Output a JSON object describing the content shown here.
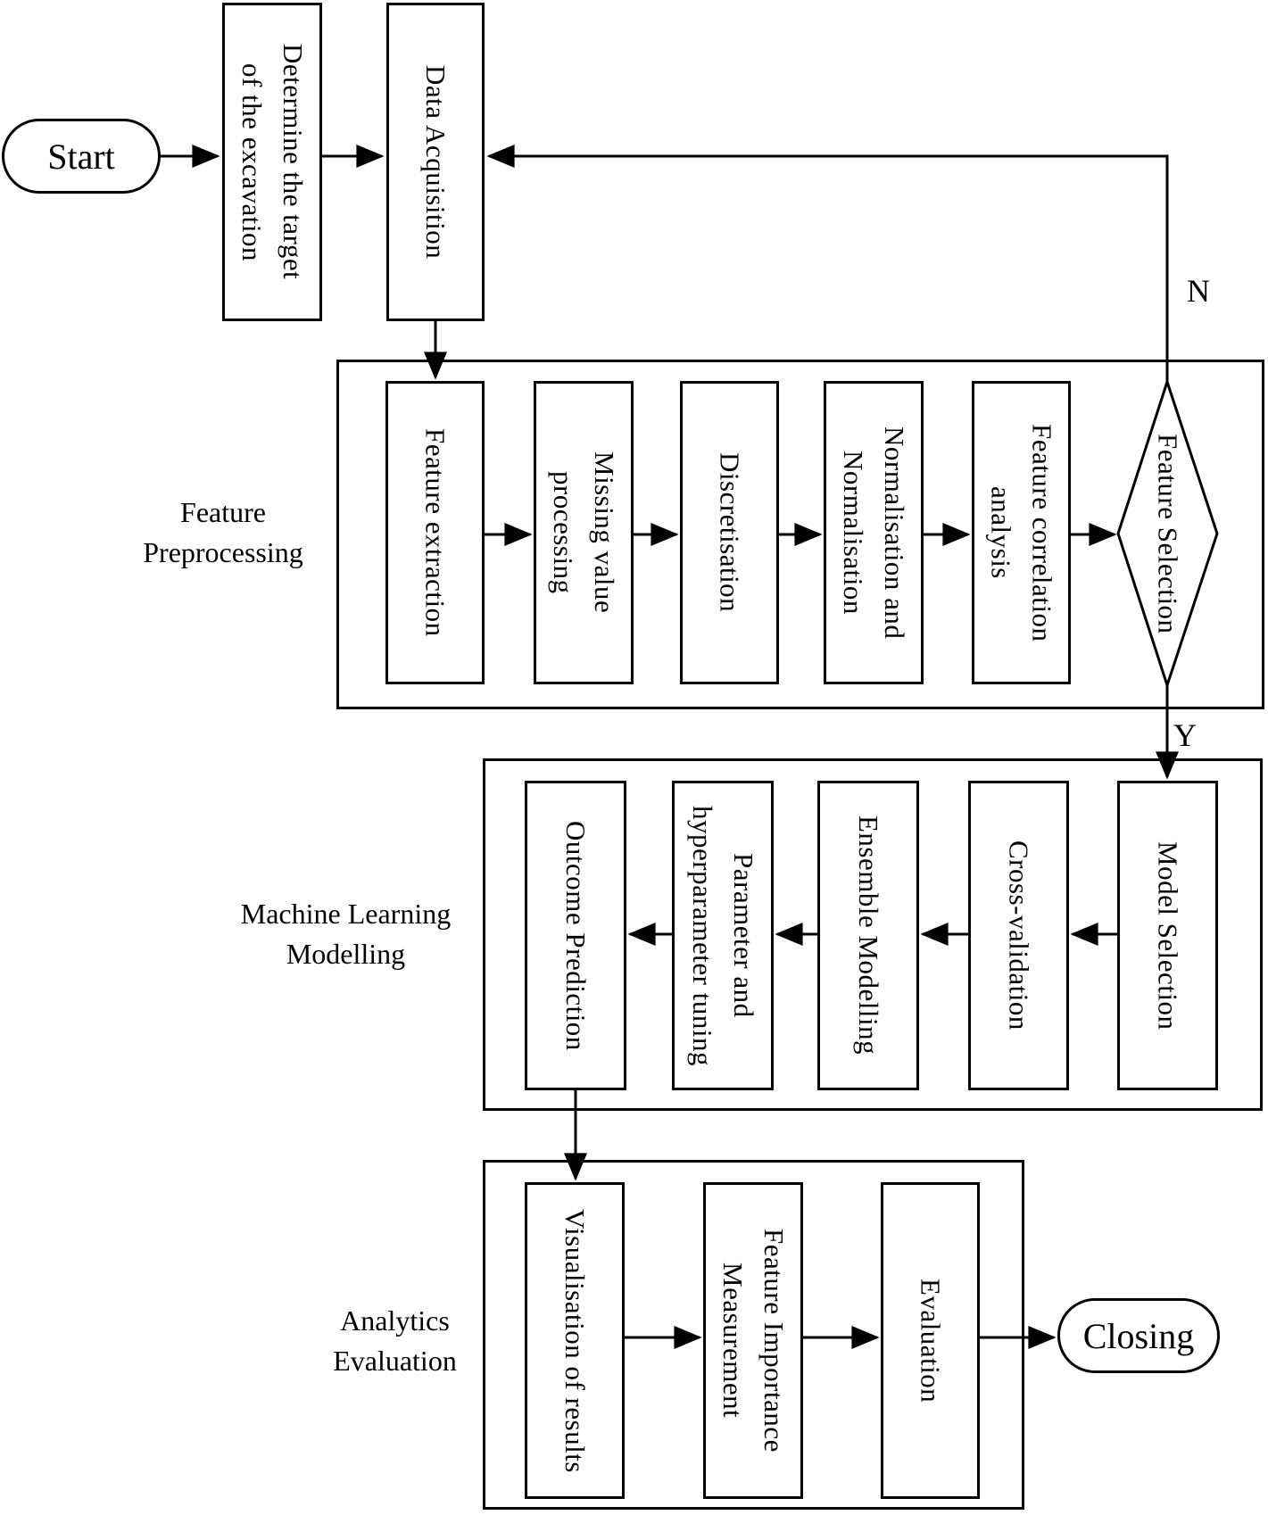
{
  "colors": {
    "stroke": "#000000",
    "background": "#ffffff"
  },
  "nodes": {
    "start": "Start",
    "determine_target": "Determine the target\nof the excavation",
    "data_acquisition": "Data Acquisition",
    "closing": "Closing"
  },
  "branches": {
    "no": "N",
    "yes": "Y"
  },
  "sections": {
    "preprocessing": {
      "label": "Feature\nPreprocessing",
      "steps": {
        "feature_extraction": "Feature extraction",
        "missing_value": "Missing value\nprocessing",
        "discretisation": "Discretisation",
        "normalisation": "Normalisation and\nNormalisation",
        "correlation": "Feature correlation\nanalysis",
        "feature_selection": "Feature Selection"
      }
    },
    "modelling": {
      "label": "Machine Learning\nModelling",
      "steps": {
        "model_selection": "Model Selection",
        "cross_validation": "Cross-validation",
        "ensemble_modelling": "Ensemble Modelling",
        "parameter_tuning": "Parameter and\nhyperparameter tuning",
        "outcome_prediction": "Outcome Prediction"
      }
    },
    "analytics": {
      "label": "Analytics\nEvaluation",
      "steps": {
        "visualisation": "Visualisation of results",
        "feature_importance": "Feature Importance\nMeasurement",
        "evaluation": "Evaluation"
      }
    }
  }
}
